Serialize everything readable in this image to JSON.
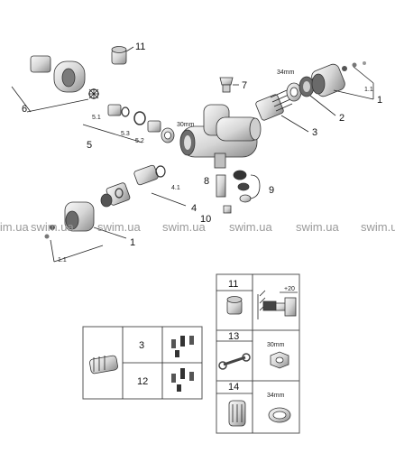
{
  "callouts": {
    "c1_right": "1",
    "c1_left": "1",
    "c2": "2",
    "c3": "3",
    "c4": "4",
    "c5": "5",
    "c6": "6",
    "c7": "7",
    "c8": "8",
    "c9": "9",
    "c10": "10",
    "c11": "11",
    "sub_1_1_right": "1.1",
    "sub_1_1_left": "1.1",
    "sub_4_1": "4.1",
    "sub_5_1": "5.1",
    "sub_5_2": "5.2",
    "sub_5_3": "5.3",
    "size_30": "30mm",
    "size_34": "34mm"
  },
  "watermark": "swim.ua",
  "boxes": {
    "parts_11": {
      "number": "11",
      "dimension": "+20"
    },
    "parts_13": {
      "number": "13",
      "size": "30mm"
    },
    "parts_14": {
      "number": "14",
      "size": "34mm"
    },
    "parts_3_12": {
      "row1": "3",
      "row2": "12"
    }
  },
  "colors": {
    "line": "#222222",
    "part_fill": "#e9e9e9",
    "box_border": "#555555",
    "watermark": "#9a9a9a"
  }
}
